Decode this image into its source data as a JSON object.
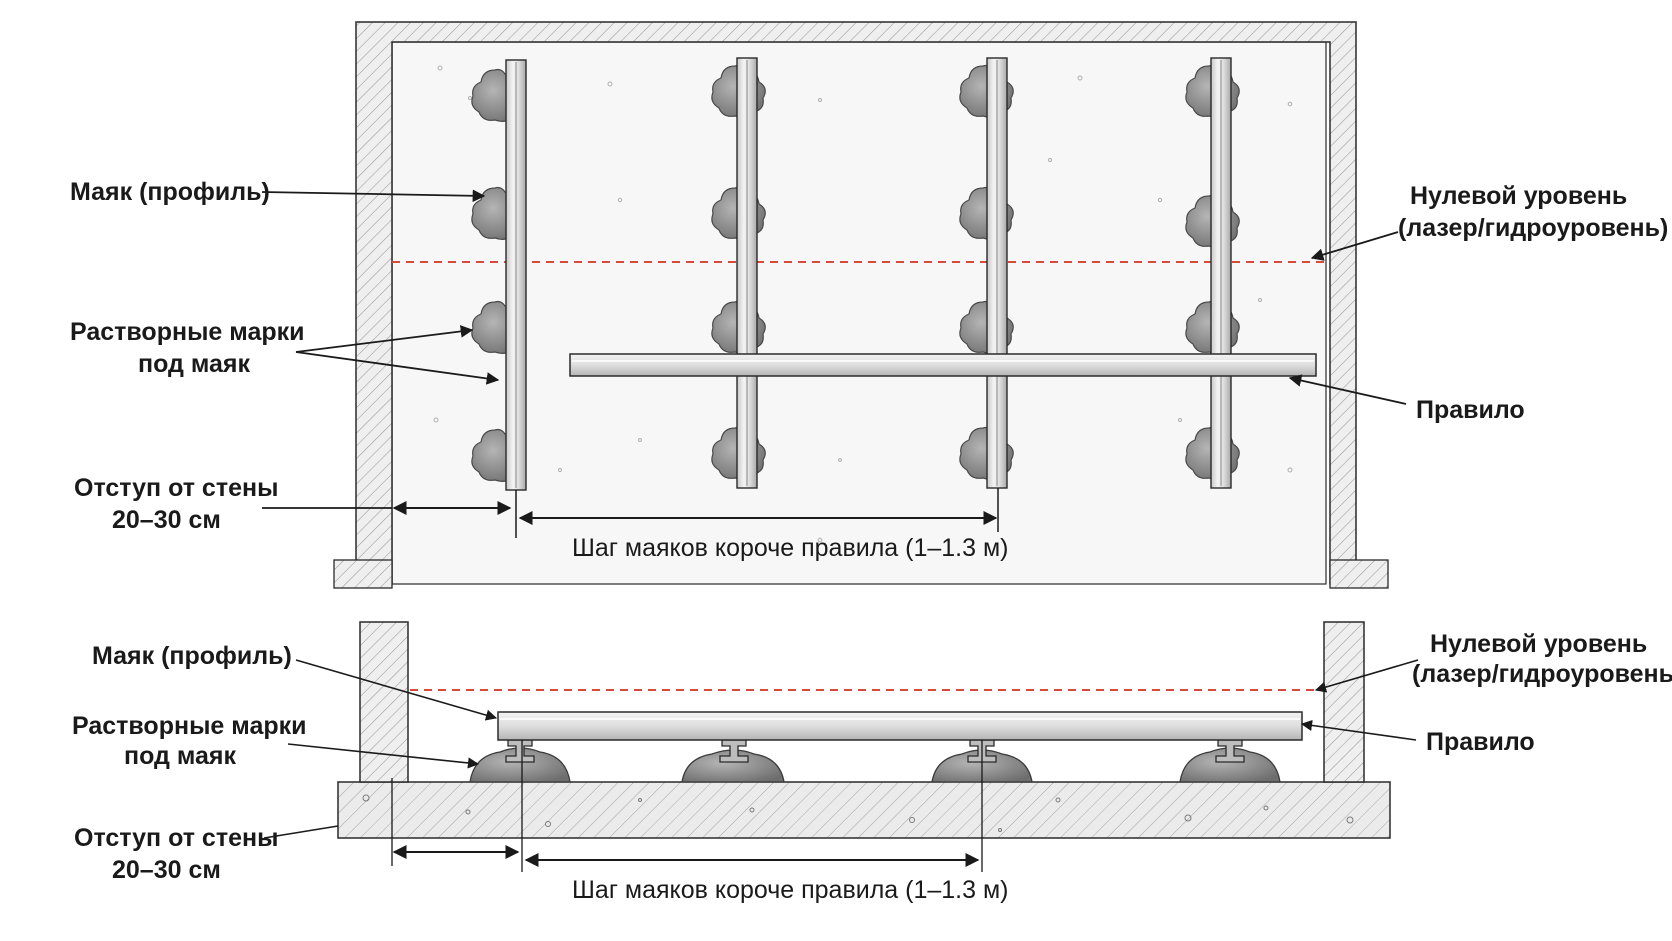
{
  "top_view": {
    "labels": {
      "beacon_profile": "Маяк (профиль)",
      "mortar_marks_line1": "Растворные марки",
      "mortar_marks_line2": "под маяк",
      "wall_offset_line1": "Отступ от стены",
      "wall_offset_line2": "20–30 см",
      "zero_level_line1": "Нулевой уровень",
      "zero_level_line2": "(лазер/гидроуровень)",
      "rule": "Правило",
      "beacon_spacing": "Шаг маяков короче правила (1–1.3 м)"
    }
  },
  "side_view": {
    "labels": {
      "beacon_profile": "Маяк (профиль)",
      "mortar_marks_line1": "Растворные марки",
      "mortar_marks_line2": "под маяк",
      "wall_offset_line1": "Отступ от стены",
      "wall_offset_line2": "20–30 см",
      "zero_level_line1": "Нулевой уровень",
      "zero_level_line2": "(лазер/гидроуровень)",
      "rule": "Правило",
      "beacon_spacing": "Шаг маяков короче правила (1–1.3 м)"
    }
  },
  "colors": {
    "zero_level_line": "#d94a3a",
    "line_art": "#2a2a2a",
    "mortar": "#8a8a8a"
  }
}
